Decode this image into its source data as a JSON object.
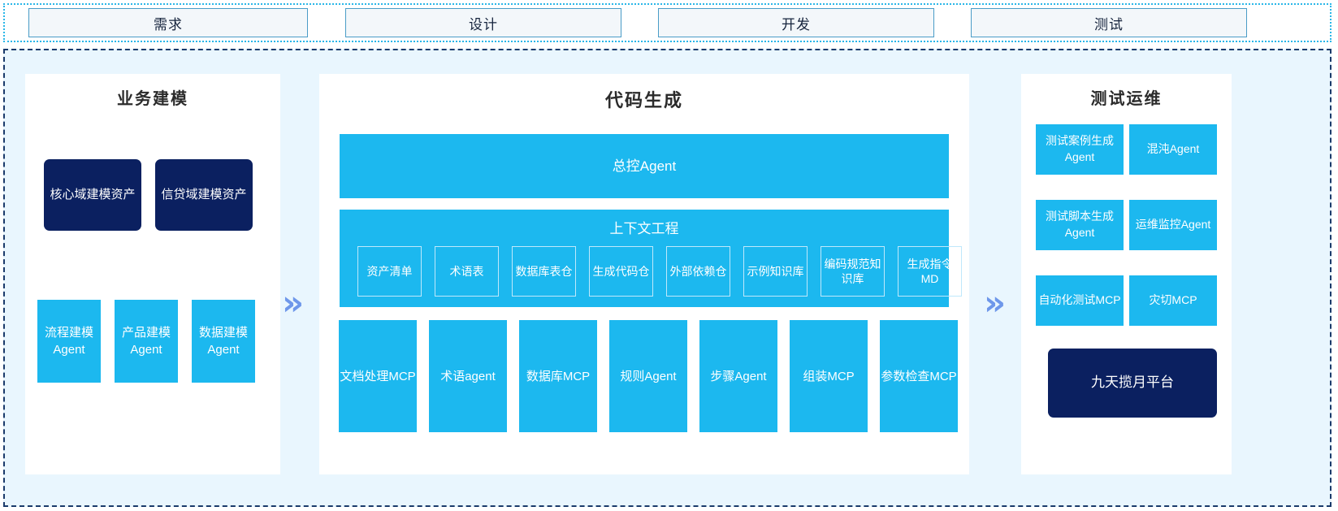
{
  "diagram": {
    "stages": [
      {
        "label": "需求"
      },
      {
        "label": "设计"
      },
      {
        "label": "开发"
      },
      {
        "label": "测试"
      }
    ],
    "flow_arrow_glyph": "»",
    "colors": {
      "cyan": "#1cb8ef",
      "navy": "#0b2060",
      "panel_bg": "#ffffff",
      "container_bg": "#e9f6fe",
      "stage_box_bg": "#f3f7fa",
      "stage_box_border": "#4a9cc7",
      "stage_strip_border": "#29b6e8",
      "container_border": "#1a3a6b",
      "arrow": "#6e97ea",
      "outline_border": "#bfe8fb"
    },
    "panels": {
      "left": {
        "title": "业务建模",
        "assets": [
          {
            "label": "核心域建模资产"
          },
          {
            "label": "信贷域建模资产"
          }
        ],
        "agents": [
          {
            "label": "流程建模Agent"
          },
          {
            "label": "产品建模Agent"
          },
          {
            "label": "数据建模Agent"
          }
        ]
      },
      "center": {
        "title": "代码生成",
        "controller": {
          "label": "总控Agent"
        },
        "context_engineering": {
          "title": "上下文工程",
          "items": [
            {
              "label": "资产清单"
            },
            {
              "label": "术语表"
            },
            {
              "label": "数据库表仓"
            },
            {
              "label": "生成代码仓"
            },
            {
              "label": "外部依赖仓"
            },
            {
              "label": "示例知识库"
            },
            {
              "label": "编码规范知识库"
            },
            {
              "label": "生成指令MD"
            }
          ]
        },
        "tools": [
          {
            "label": "文档处理MCP"
          },
          {
            "label": "术语agent"
          },
          {
            "label": "数据库MCP"
          },
          {
            "label": "规则Agent"
          },
          {
            "label": "步骤Agent"
          },
          {
            "label": "组装MCP"
          },
          {
            "label": "参数检查MCP"
          }
        ]
      },
      "right": {
        "title": "测试运维",
        "items": [
          {
            "label": "测试案例生成Agent"
          },
          {
            "label": "混沌Agent"
          },
          {
            "label": "测试脚本生成Agent"
          },
          {
            "label": "运维监控Agent"
          },
          {
            "label": "自动化测试MCP"
          },
          {
            "label": "灾切MCP"
          }
        ],
        "platform": {
          "label": "九天揽月平台"
        }
      }
    }
  }
}
